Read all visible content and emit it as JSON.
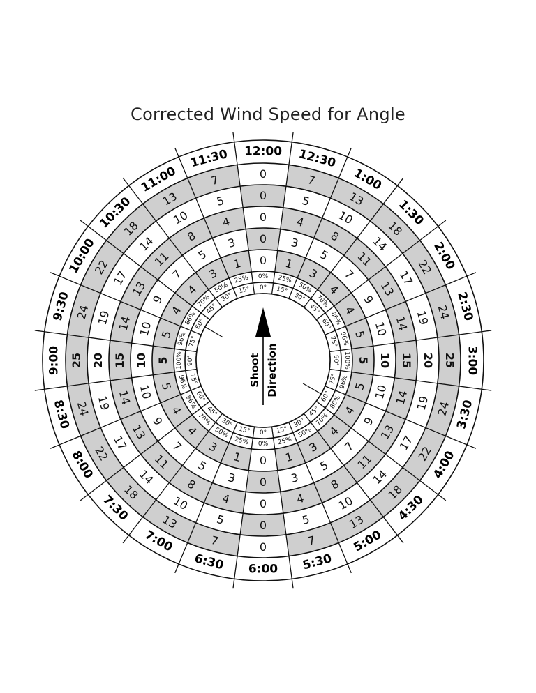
{
  "title": "Corrected Wind Speed for Angle",
  "clock_positions": [
    "12:00",
    "12:30",
    "1:00",
    "1:30",
    "2:00",
    "2:30",
    "3:00",
    "3:30",
    "4:00",
    "4:30",
    "5:00",
    "5:30",
    "6:00",
    "6:30",
    "7:00",
    "7:30",
    "8:00",
    "8:30",
    "9:00",
    "9:30",
    "10:00",
    "10:30",
    "11:00",
    "11:30"
  ],
  "speed_rings": [
    {
      "full_value": "25",
      "values": [
        "0",
        "7",
        "13",
        "18",
        "22",
        "24",
        "25",
        "24",
        "22",
        "18",
        "13",
        "7",
        "0",
        "7",
        "13",
        "18",
        "22",
        "24",
        "25",
        "24",
        "22",
        "18",
        "13",
        "7"
      ],
      "shaded": true
    },
    {
      "full_value": "20",
      "values": [
        "0",
        "5",
        "10",
        "14",
        "17",
        "19",
        "20",
        "19",
        "17",
        "14",
        "10",
        "5",
        "0",
        "5",
        "10",
        "14",
        "17",
        "19",
        "20",
        "19",
        "17",
        "14",
        "10",
        "5"
      ],
      "shaded": false
    },
    {
      "full_value": "15",
      "values": [
        "0",
        "4",
        "8",
        "11",
        "13",
        "14",
        "15",
        "14",
        "13",
        "11",
        "8",
        "4",
        "0",
        "4",
        "8",
        "11",
        "13",
        "14",
        "15",
        "14",
        "13",
        "11",
        "8",
        "4"
      ],
      "shaded": true
    },
    {
      "full_value": "10",
      "values": [
        "0",
        "3",
        "5",
        "7",
        "9",
        "10",
        "10",
        "10",
        "9",
        "7",
        "5",
        "3",
        "0",
        "3",
        "5",
        "7",
        "9",
        "10",
        "10",
        "10",
        "9",
        "7",
        "5",
        "3"
      ],
      "shaded": false
    },
    {
      "full_value": "5",
      "values": [
        "0",
        "1",
        "3",
        "4",
        "4",
        "5",
        "5",
        "5",
        "4",
        "4",
        "3",
        "1",
        "0",
        "1",
        "3",
        "4",
        "4",
        "5",
        "5",
        "5",
        "4",
        "4",
        "3",
        "1"
      ],
      "shaded": true
    }
  ],
  "percent_values": [
    "0%",
    "25%",
    "50%",
    "70%",
    "86%",
    "96%",
    "100%",
    "96%",
    "86%",
    "70%",
    "50%",
    "25%",
    "0%",
    "25%",
    "50%",
    "70%",
    "86%",
    "96%",
    "100%",
    "96%",
    "86%",
    "70%",
    "50%",
    "25%"
  ],
  "angle_values": [
    "0°",
    "15°",
    "30°",
    "45°",
    "60°",
    "75°",
    "90°",
    "75°",
    "60°",
    "45°",
    "30°",
    "15°",
    "0°",
    "15°",
    "30°",
    "45°",
    "60°",
    "75°",
    "90°",
    "75°",
    "60°",
    "45°",
    "30°",
    "15°"
  ],
  "center": {
    "line1": "Shoot",
    "line2": "Direction"
  },
  "colors": {
    "shade": "#cfcfcf",
    "line": "#111111",
    "background": "#ffffff"
  }
}
